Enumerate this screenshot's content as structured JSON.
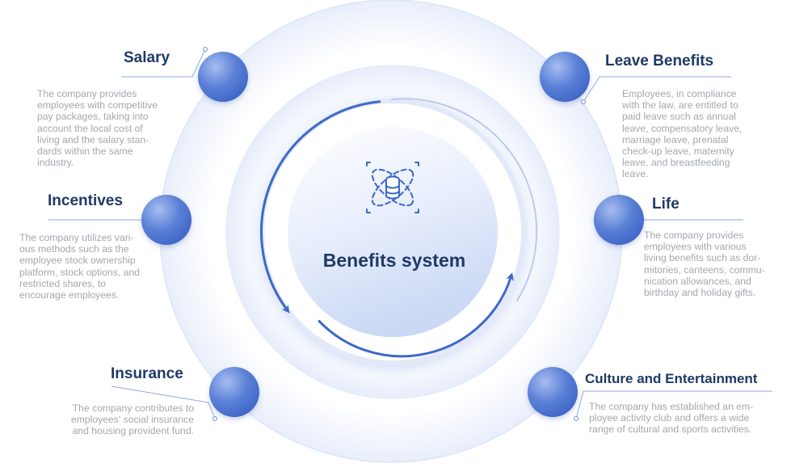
{
  "center": {
    "title": "Benefits system",
    "icon": "database-orbit-icon"
  },
  "colors": {
    "title": "#1f3a66",
    "text": "#a3a7ad",
    "node": "#4a72cf",
    "node_light": "#9fb6ec",
    "arrow": "#3d68c6",
    "ring": "#e9eefb"
  },
  "benefits": [
    {
      "id": "salary",
      "title": "Salary",
      "lines": [
        "The company provides",
        "employees with competitive",
        "pay packages, taking into",
        "account the local cost of",
        "living and the salary stan-",
        "dards within the same",
        "industry."
      ]
    },
    {
      "id": "incentives",
      "title": "Incentives",
      "lines": [
        "The company utilizes vari-",
        "ous methods such as the",
        "employee stock ownership",
        "platform, stock options, and",
        "restricted shares, to",
        "encourage employees."
      ]
    },
    {
      "id": "insurance",
      "title": "Insurance",
      "lines": [
        "The company contributes to",
        "employees' social insurance",
        "and housing provident fund."
      ]
    },
    {
      "id": "leave",
      "title": "Leave Benefits",
      "lines": [
        "Employees, in compliance",
        "with the law, are entitled to",
        "paid leave such as annual",
        "leave, compensatory leave,",
        "marriage leave, prenatal",
        "check-up leave, maternity",
        "leave, and breastfeeding",
        "leave."
      ]
    },
    {
      "id": "life",
      "title": "Life",
      "lines": [
        "The company provides",
        "employees with various",
        "living benefits such as dor-",
        "mitories, canteens, commu-",
        "nication allowances, and",
        "birthday and holiday gifts."
      ]
    },
    {
      "id": "culture",
      "title": "Culture and Entertainment",
      "lines": [
        "The company has established an em-",
        "ployee activity club and offers a wide",
        "range of cultural and sports activities."
      ]
    }
  ]
}
